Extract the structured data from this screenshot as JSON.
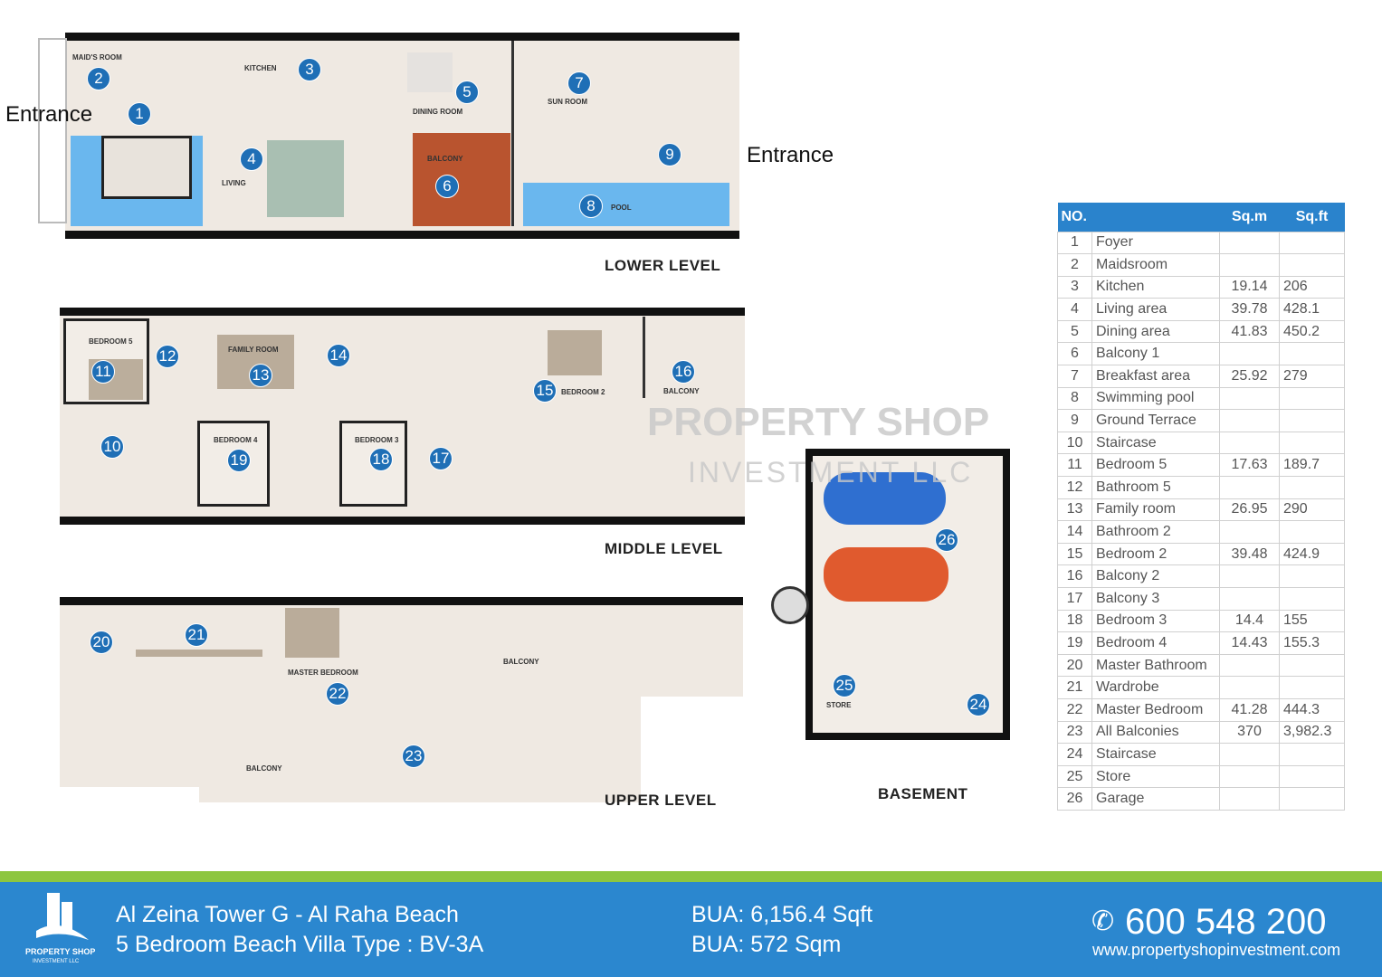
{
  "labels": {
    "entrance_left": "Entrance",
    "entrance_right": "Entrance",
    "lower": "LOWER LEVEL",
    "middle": "MIDDLE LEVEL",
    "upper": "UPPER LEVEL",
    "basement": "BASEMENT"
  },
  "rooms": {
    "maids": "MAID'S ROOM",
    "kitchen": "KITCHEN",
    "dining": "DINING ROOM",
    "sun": "SUN ROOM",
    "living": "LIVING",
    "balcony1": "BALCONY",
    "pool": "POOL",
    "bed5": "BEDROOM 5",
    "family": "FAMILY ROOM",
    "bed2": "BEDROOM 2",
    "balcony2": "BALCONY",
    "bed4": "BEDROOM 4",
    "bed3": "BEDROOM 3",
    "master": "MASTER BEDROOM",
    "balcony_u1": "BALCONY",
    "balcony_u2": "BALCONY",
    "store": "STORE"
  },
  "markers": [
    "1",
    "2",
    "3",
    "4",
    "5",
    "6",
    "7",
    "8",
    "9",
    "10",
    "11",
    "12",
    "13",
    "14",
    "15",
    "16",
    "17",
    "18",
    "19",
    "20",
    "21",
    "22",
    "23",
    "24",
    "25",
    "26"
  ],
  "watermark": {
    "line1": "PROPERTY SHOP",
    "line2": "INVESTMENT LLC"
  },
  "table": {
    "headers": [
      "NO.",
      "",
      "Sq.m",
      "Sq.ft"
    ],
    "rows": [
      [
        "1",
        "Foyer",
        "",
        ""
      ],
      [
        "2",
        "Maidsroom",
        "",
        ""
      ],
      [
        "3",
        "Kitchen",
        "19.14",
        "206"
      ],
      [
        "4",
        "Living area",
        "39.78",
        "428.1"
      ],
      [
        "5",
        "Dining area",
        "41.83",
        "450.2"
      ],
      [
        "6",
        "Balcony 1",
        "",
        ""
      ],
      [
        "7",
        "Breakfast area",
        "25.92",
        "279"
      ],
      [
        "8",
        "Swimming pool",
        "",
        ""
      ],
      [
        "9",
        "Ground Terrace",
        "",
        ""
      ],
      [
        "10",
        "Staircase",
        "",
        ""
      ],
      [
        "11",
        "Bedroom 5",
        "17.63",
        "189.7"
      ],
      [
        "12",
        "Bathroom 5",
        "",
        ""
      ],
      [
        "13",
        "Family room",
        "26.95",
        "290"
      ],
      [
        "14",
        "Bathroom 2",
        "",
        ""
      ],
      [
        "15",
        "Bedroom 2",
        "39.48",
        "424.9"
      ],
      [
        "16",
        "Balcony 2",
        "",
        ""
      ],
      [
        "17",
        "Balcony 3",
        "",
        ""
      ],
      [
        "18",
        "Bedroom 3",
        "14.4",
        "155"
      ],
      [
        "19",
        "Bedroom 4",
        "14.43",
        "155.3"
      ],
      [
        "20",
        "Master Bathroom",
        "",
        ""
      ],
      [
        "21",
        "Wardrobe",
        "",
        ""
      ],
      [
        "22",
        "Master Bedroom",
        "41.28",
        "444.3"
      ],
      [
        "23",
        "All Balconies",
        "370",
        "3,982.3"
      ],
      [
        "24",
        "Staircase",
        "",
        ""
      ],
      [
        "25",
        "Store",
        "",
        ""
      ],
      [
        "26",
        "Garage",
        "",
        ""
      ]
    ]
  },
  "footer": {
    "logo_line1": "PROPERTY SHOP",
    "logo_line2": "INVESTMENT LLC",
    "title1": "Al Zeina Tower G - Al Raha Beach",
    "title2": "5 Bedroom Beach Villa Type : BV-3A",
    "bua_sqft": "BUA: 6,156.4 Sqft",
    "bua_sqm": "BUA: 572 Sqm",
    "phone": "600 548 200",
    "website": "www.propertyshopinvestment.com"
  },
  "colors": {
    "accent": "#2b87cf",
    "green": "#8dc63f",
    "marker": "#1f6fb6"
  }
}
